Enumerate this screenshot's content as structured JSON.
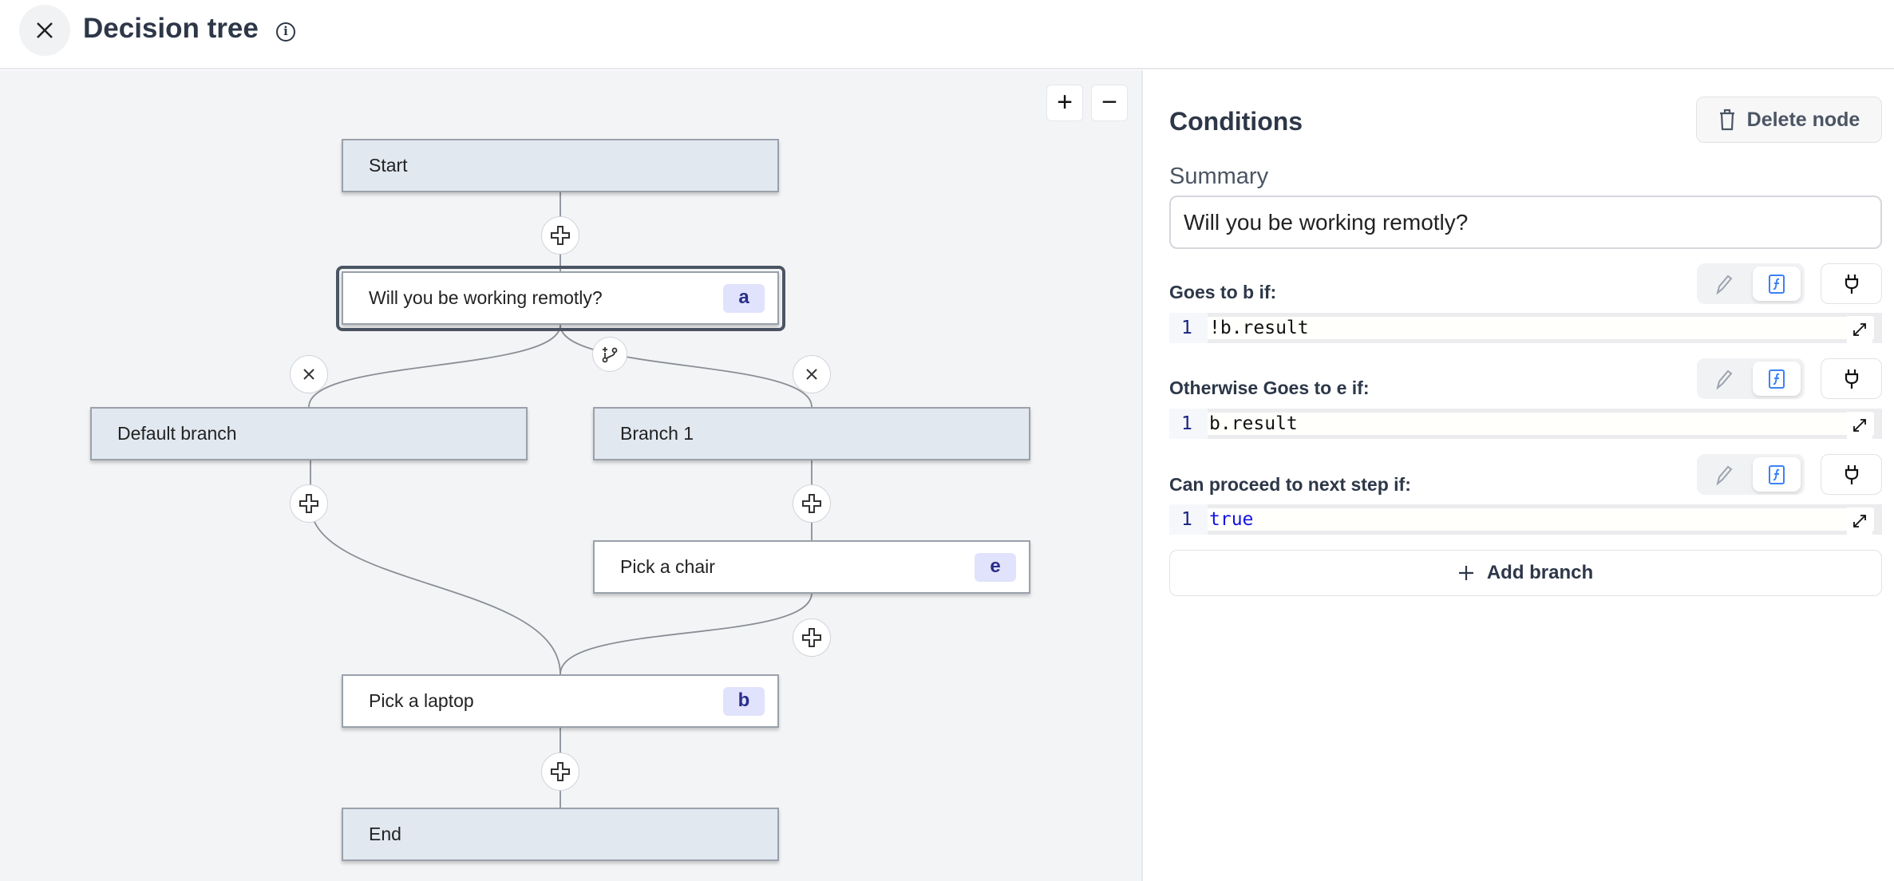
{
  "header": {
    "title": "Decision tree",
    "close_icon": "close-icon",
    "info_icon": "info-icon"
  },
  "canvas": {
    "zoom_in_label": "+",
    "zoom_out_label": "−",
    "nodes": {
      "start": {
        "label": "Start"
      },
      "question": {
        "label": "Will you be working remotly?",
        "badge": "a",
        "selected": true
      },
      "default_branch": {
        "label": "Default branch"
      },
      "branch1": {
        "label": "Branch 1"
      },
      "chair": {
        "label": "Pick a chair",
        "badge": "e"
      },
      "laptop": {
        "label": "Pick a laptop",
        "badge": "b"
      },
      "end": {
        "label": "End"
      }
    }
  },
  "panel": {
    "title": "Conditions",
    "delete_label": "Delete node",
    "summary_label": "Summary",
    "summary_value": "Will you be working remotly?",
    "conditions": [
      {
        "label": "Goes to b if:",
        "line": "1",
        "code": "!b.result"
      },
      {
        "label": "Otherwise Goes to e if:",
        "line": "1",
        "code": "b.result"
      },
      {
        "label": "Can proceed to next step if:",
        "line": "1",
        "code": "true"
      }
    ],
    "add_branch_label": "Add branch"
  },
  "colors": {
    "accent": "#3b82f6",
    "badge_bg": "#e0e3fb",
    "node_gray": "#e2e8f0",
    "canvas_bg": "#f3f4f6"
  }
}
